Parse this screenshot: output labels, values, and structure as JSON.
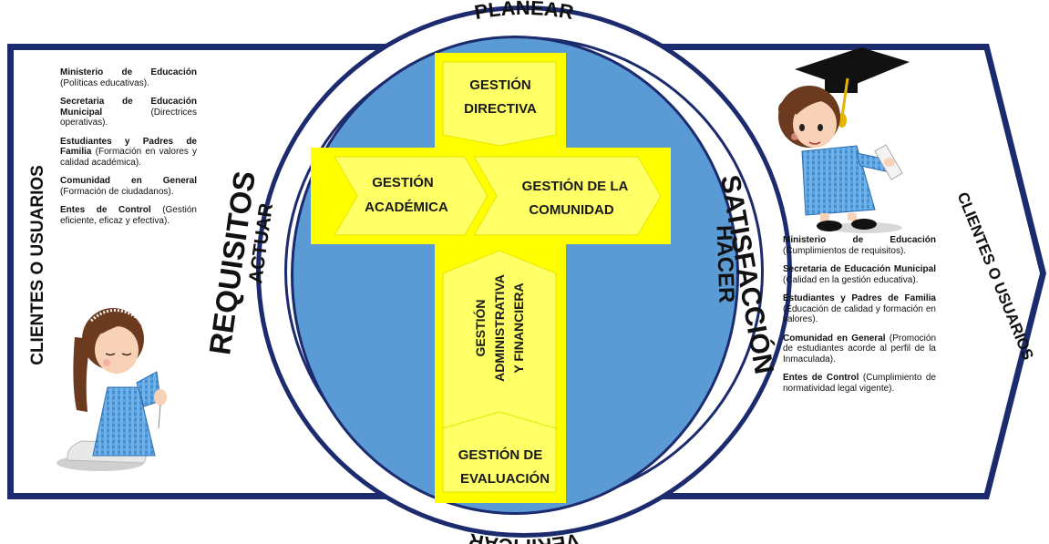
{
  "ring": {
    "top": "PLANEAR",
    "bottom": "VERIFICAR",
    "left_outer": "REQUISITOS",
    "left_inner": "ACTUAR",
    "right_outer": "SATISFACCIÓN",
    "right_inner": "HACER"
  },
  "cross": {
    "directiva": [
      "GESTIÓN",
      "DIRECTIVA"
    ],
    "academica": [
      "GESTIÓN",
      "ACADÉMICA"
    ],
    "comunidad": [
      "GESTIÓN DE LA",
      "COMUNIDAD"
    ],
    "administrativa": [
      "GESTIÓN",
      "ADMINISTRATIVA",
      "Y FINANCIERA"
    ],
    "evaluacion": [
      "GESTIÓN DE",
      "EVALUACIÓN"
    ]
  },
  "left_panel": {
    "vertical_label": "CLIENTES O USUARIOS",
    "items": [
      {
        "name": "Ministerio de Educación",
        "desc": "(Políticas educativas)."
      },
      {
        "name": "Secretaria de Educación Municipal",
        "desc": "(Directrices operativas)."
      },
      {
        "name": "Estudiantes y Padres de Familia",
        "desc": "(Formación en valores y calidad académica)."
      },
      {
        "name": "Comunidad en General",
        "desc": "(Formación de ciudadanos)."
      },
      {
        "name": "Entes de Control",
        "desc": "(Gestión eficiente, eficaz y efectiva)."
      }
    ]
  },
  "right_panel": {
    "vertical_label": "CLIENTES O USUARIOS",
    "items": [
      {
        "name": "Ministerio de Educación",
        "desc": "(Cumplimientos de requisitos)."
      },
      {
        "name": "Secretaria de Educación Municipal",
        "desc": "(Calidad en la gestión educativa)."
      },
      {
        "name": "Estudiantes y Padres de Familia",
        "desc": "(Educación de calidad y formación en valores)."
      },
      {
        "name": "Comunidad en General",
        "desc": "(Promoción de estudiantes acorde al perfil de la Inmaculada)."
      },
      {
        "name": "Entes de Control",
        "desc": "(Cumplimiento de normatividad legal vigente)."
      }
    ]
  },
  "colors": {
    "navy": "#1c2b6e",
    "blue": "#5b9bd5",
    "yellow": "#ffff00",
    "panel": "#ffff66"
  }
}
